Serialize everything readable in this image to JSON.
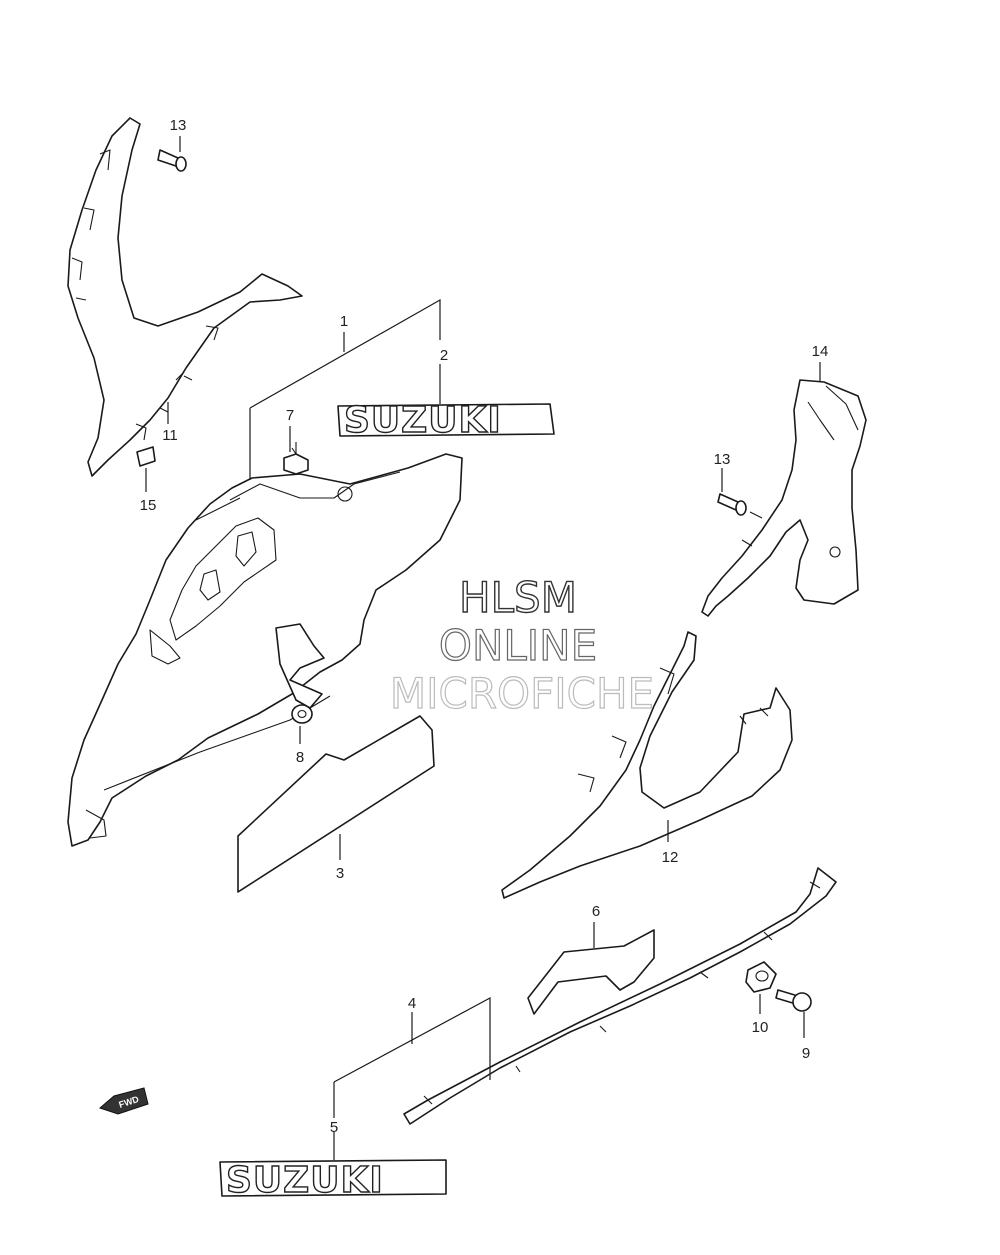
{
  "callouts": {
    "p1": "1",
    "p2": "2",
    "p3": "3",
    "p4": "4",
    "p5": "5",
    "p6": "6",
    "p7": "7",
    "p8": "8",
    "p9": "9",
    "p10": "10",
    "p11": "11",
    "p12": "12",
    "p13a": "13",
    "p13b": "13",
    "p14": "14",
    "p15": "15"
  },
  "emblems": {
    "upper": "SUZUKI",
    "lower": "SUZUKI"
  },
  "watermark": {
    "line1": "HLSM",
    "line2": "ONLINE",
    "line3": "MICROFICHE"
  },
  "fwd_label": "FWD",
  "colors": {
    "line": "#1a1a1a",
    "watermark": "#333333",
    "watermark_faint": "#bbbbbb"
  }
}
